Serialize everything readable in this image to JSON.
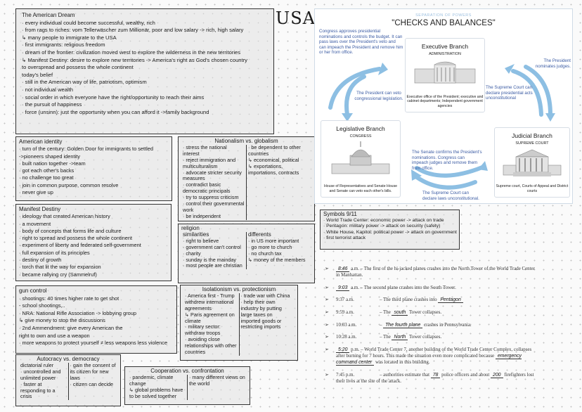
{
  "usa_title": "USA",
  "notes": {
    "dream": {
      "title": "The American Dream",
      "lines": [
        "· every individual could become successful, wealthy, rich",
        "· from rags to riches: vom Tellerwäscher zum Millionär, poor and low salary -> rich, high salary",
        "↳ many people to immigrate to the USA",
        "· first immigrants: religious freedom",
        "· dream of the frontier: civilization moved west to explore the wilderness in the new territories",
        "↳ Manifest Destiny: desire to explore new territories -> America's right as God's chosen country",
        "      to overspread and possess the whole continent",
        "  today's belief",
        "· still in the American way of life, patriotism, optimism",
        "· not individual wealth",
        "· social order in which everyone have the right/opportunity to reach their aims",
        "  · the pursuit of happiness",
        "· force (unsinn): just the opportunity when you can afford it ->family background"
      ]
    },
    "identity": {
      "title": "American identity",
      "lines": [
        "· turn of the century: Golden Door for immigrants to settled",
        "->pioneers shaped identity",
        "· built nation together ->team",
        "· got each other's backs",
        "· no challenge too great",
        "· join in common purpose, common resolve",
        "· never give up"
      ]
    },
    "nation": {
      "title": "Nationalism vs. globalism",
      "left": [
        "· stress the national interest",
        "· reject immigration and multiculturalism",
        "· advocate stricter security measures",
        "· contradict basic democratic principals",
        "· try to suppress criticism",
        "· control their governmental work",
        "· be independent"
      ],
      "right": [
        "· be dependent to other countries",
        "↳ economical, political",
        "↳ exportations, importations, contracts"
      ]
    },
    "manifest": {
      "title": "Manifest Destiny",
      "lines": [
        "· ideology that created American history",
        "· a movement",
        "· body of concepts that forms life and culture",
        "· right to spread and possess the whole continent",
        "· experiment of liberty and federated self-government",
        "  · full expansion of its principles",
        "  · destiny of growth",
        "· torch that lit the way for expansion",
        "· became rallying cry (Sammelruf)"
      ]
    },
    "religion": {
      "title": "religion",
      "left_title": "similarities",
      "left": [
        "· right to believe",
        "· government can't control",
        "· charity",
        "· sunday is the mainday",
        "· most people are christian"
      ],
      "right_title": "differents",
      "right": [
        "· in US more important",
        "· go more to church",
        "· no church tax",
        "↳ money of the members"
      ]
    },
    "gun": {
      "title": "gun control",
      "lines": [
        "· shootings: 40 times higher rate to get shot",
        "  - school shootings,..",
        "· NRA: National Rifle Association -> lobbying group",
        "↳ give money to stop the discussions",
        "· 2nd Ammendment: give every American the",
        "  right to own and use a weapon",
        "· more weapons to protect yourself ≠ less weapons less violence"
      ]
    },
    "iso": {
      "title": "Isolationism vs. protectionism",
      "left": [
        "· America first - Trump withdrew international agreements",
        "↳ Paris agreement on climate",
        "· military sector: withdraw troops",
        "· avoiding close relationships with other countries"
      ],
      "right": [
        "· trade war with China",
        "· help their own industry by putting large taxes on imported goods or restricting imports"
      ]
    },
    "auto": {
      "title": "Autocracy vs. democracy",
      "left": [
        "dictatorial ruler",
        "· uncontrolled and unlimited power",
        "· faster at responding to a crisis"
      ],
      "right": [
        "· gain the consent of its citizen for new laws",
        "· citizen can decide"
      ]
    },
    "coop": {
      "title": "Cooperation vs. confrontation",
      "left": [
        "· pandemic, climate change",
        "↳ global problems have to be solved together"
      ],
      "right": [
        "· many different views on the world"
      ]
    },
    "symbols": {
      "title": "Symbols 9/11",
      "lines": [
        "· World Trade Center: economic power -> attack on trade",
        "· Pentagon: military power -> attack on security (safety)",
        "· White House, Kapitol: political power -> attack on government",
        "· first terrorist attack"
      ]
    }
  },
  "checks": {
    "subtitle": "SEPARATION OF POWERS",
    "title": "\"CHECKS AND BALANCES\"",
    "congress_note": "Congress approves presidential nominations and controls the budget. It can pass laws over the President's veto and can impeach the President and remove him or her from office.",
    "veto_note": "The President can veto congressional legislation.",
    "nominates_note": "The President nominates judges.",
    "court_pres_note": "The Supreme Court can declare presidential acts unconstitutional",
    "senate_note": "The Senate confirms the President's nominations. Congress can impeach judges and remove them from office.",
    "court_laws_note": "The Supreme Court can declare laws unconstitutional.",
    "executive": {
      "name": "Executive Branch",
      "sub": "ADMINISTRATION",
      "desc": "Executive office of the President; executive and cabinet departments; Independent government agencies"
    },
    "legislative": {
      "name": "Legislative Branch",
      "sub": "CONGRESS",
      "desc": "House of Representatives and Senate House and Senate can veto each other's bills."
    },
    "judicial": {
      "name": "Judicial Branch",
      "sub": "SUPREME COURT",
      "desc": "Supreme court, Courts of Appeal and District courts"
    },
    "arrow_color": "#8dbfe3",
    "text_color": "#3b5ba3"
  },
  "timeline": [
    {
      "segments": [
        {
          "hw": "8:46"
        },
        {
          "t": " a.m. – The first of the hi-jacked planes crashes into the North Tower of the World Trade Center in Manhattan."
        }
      ]
    },
    {
      "segments": [
        {
          "hw": "9:03"
        },
        {
          "t": " a.m. – The second plane crashes into the South Tower."
        }
      ]
    },
    {
      "segments": [
        {
          "tm": "9:37 a.m."
        },
        {
          "t": "– The third plane crashes into "
        },
        {
          "hw": "Pentagon"
        }
      ]
    },
    {
      "segments": [
        {
          "tm": "9:59 a.m."
        },
        {
          "t": "– The "
        },
        {
          "hw": "south"
        },
        {
          "t": " Tower collapses."
        }
      ]
    },
    {
      "segments": [
        {
          "tm": "10:03 a.m."
        },
        {
          "t": "– "
        },
        {
          "hw": "The fourth plane"
        },
        {
          "t": " crashes in Pennsylvania."
        }
      ]
    },
    {
      "segments": [
        {
          "tm": "10:28 a.m."
        },
        {
          "t": "– The "
        },
        {
          "hw": "North"
        },
        {
          "t": " Tower collapses."
        }
      ]
    },
    {
      "segments": [
        {
          "hw": "5:20"
        },
        {
          "t": " p.m. – World Trade Center 7, another building of the World Trade Center Complex, collapses after burning for 7 hours. This made the situation even more complicated because "
        },
        {
          "hw": "emergency command center"
        },
        {
          "t": " was located in this building."
        }
      ]
    },
    {
      "segments": [
        {
          "tm": "7:45 p.m."
        },
        {
          "t": "– authorities estimate that "
        },
        {
          "hw": "78"
        },
        {
          "t": " police officers and about "
        },
        {
          "hw": "200"
        },
        {
          "t": " firefighters lost their lives at the site of the attack."
        }
      ]
    }
  ],
  "timeline_bullet": "➢"
}
